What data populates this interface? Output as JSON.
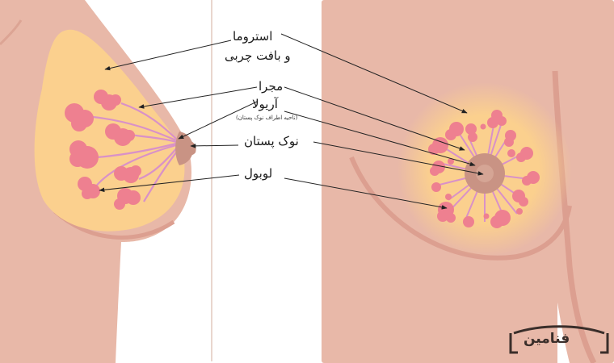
{
  "diagram": {
    "type": "anatomy-labeled",
    "panels": [
      {
        "id": "side-view",
        "description": "Side (profile) cross-section view"
      },
      {
        "id": "front-view",
        "description": "Front view"
      }
    ],
    "labels": [
      {
        "id": "stroma",
        "text_line1": "استروما",
        "text_line2": "و بافت چربی"
      },
      {
        "id": "ducts",
        "text": "مجرا"
      },
      {
        "id": "areola",
        "text": "آریولا",
        "subtext": "(ناحیه اطراف نوک پستان)"
      },
      {
        "id": "nipple",
        "text": "نوک پستان"
      },
      {
        "id": "lobules",
        "text": "لوبول"
      }
    ],
    "logo": {
      "text": "فنامین"
    },
    "colors": {
      "skin": "#e8b8a8",
      "skin_shadow": "#dc9f90",
      "fat": "#fbd08e",
      "lobule": "#ee8090",
      "duct": "#d991c8",
      "areola": "#c99384",
      "nipple": "#d5a595",
      "divider": "#dcbcb0",
      "arrow": "#222222",
      "logo": "#3a2e2a"
    }
  }
}
